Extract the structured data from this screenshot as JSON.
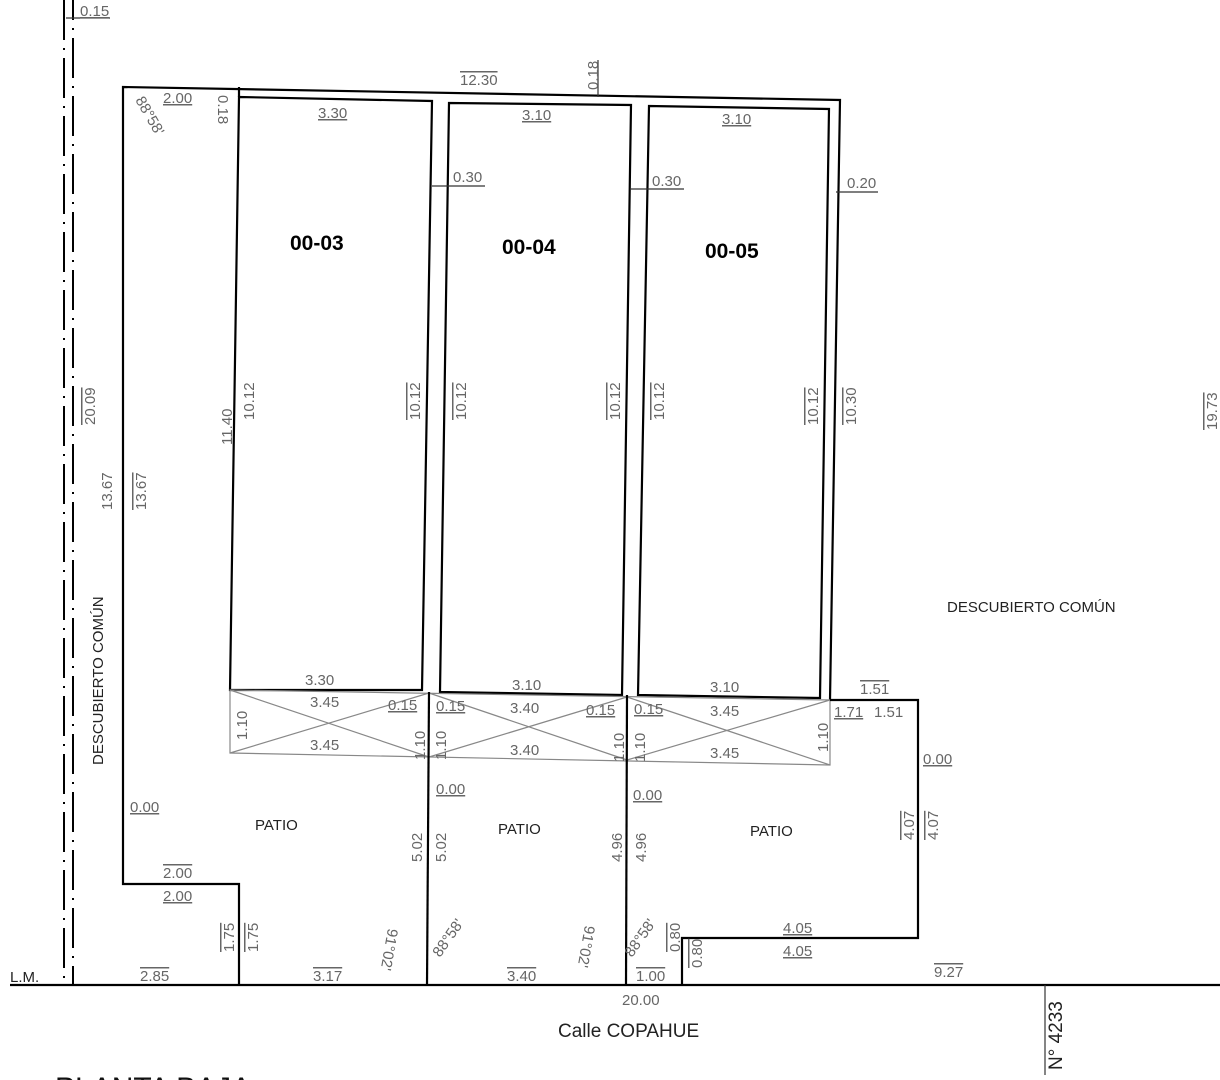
{
  "drawing": {
    "title": "PLANTA BAJA",
    "street": "Calle COPAHUE",
    "lot_number": "N° 4233",
    "line_marker": "L.M.",
    "units": [
      "00-03",
      "00-04",
      "00-05"
    ],
    "areas": [
      "DESCUBIERTO COMÚN",
      "DESCUBIERTO COMÚN",
      "PATIO",
      "PATIO",
      "PATIO"
    ],
    "dimensions": [
      "0.15",
      "12.30",
      "0.18",
      "2.00",
      "0.18",
      "88°58'",
      "3.30",
      "3.10",
      "3.10",
      "0.30",
      "0.30",
      "0.20",
      "20.09",
      "13.67",
      "13.67",
      "11.40",
      "10.12",
      "10.12",
      "10.12",
      "10.12",
      "10.12",
      "10.12",
      "10.30",
      "19.73",
      "3.30",
      "3.45",
      "0.15",
      "1.10",
      "1.10",
      "3.45",
      "0.15",
      "1.10",
      "3.10",
      "3.40",
      "0.15",
      "1.10",
      "3.40",
      "0.15",
      "1.10",
      "3.10",
      "3.45",
      "3.45",
      "1.10",
      "1.51",
      "1.71",
      "1.51",
      "0.00",
      "0.00",
      "0.00",
      "0.00",
      "5.02",
      "5.02",
      "4.96",
      "4.96",
      "4.07",
      "4.07",
      "2.00",
      "2.00",
      "1.75",
      "1.75",
      "91°02'",
      "88°58'",
      "91°02'",
      "88°58'",
      "0.80",
      "0.80",
      "4.05",
      "4.05",
      "9.27",
      "2.85",
      "3.17",
      "3.40",
      "1.00",
      "20.00"
    ]
  }
}
